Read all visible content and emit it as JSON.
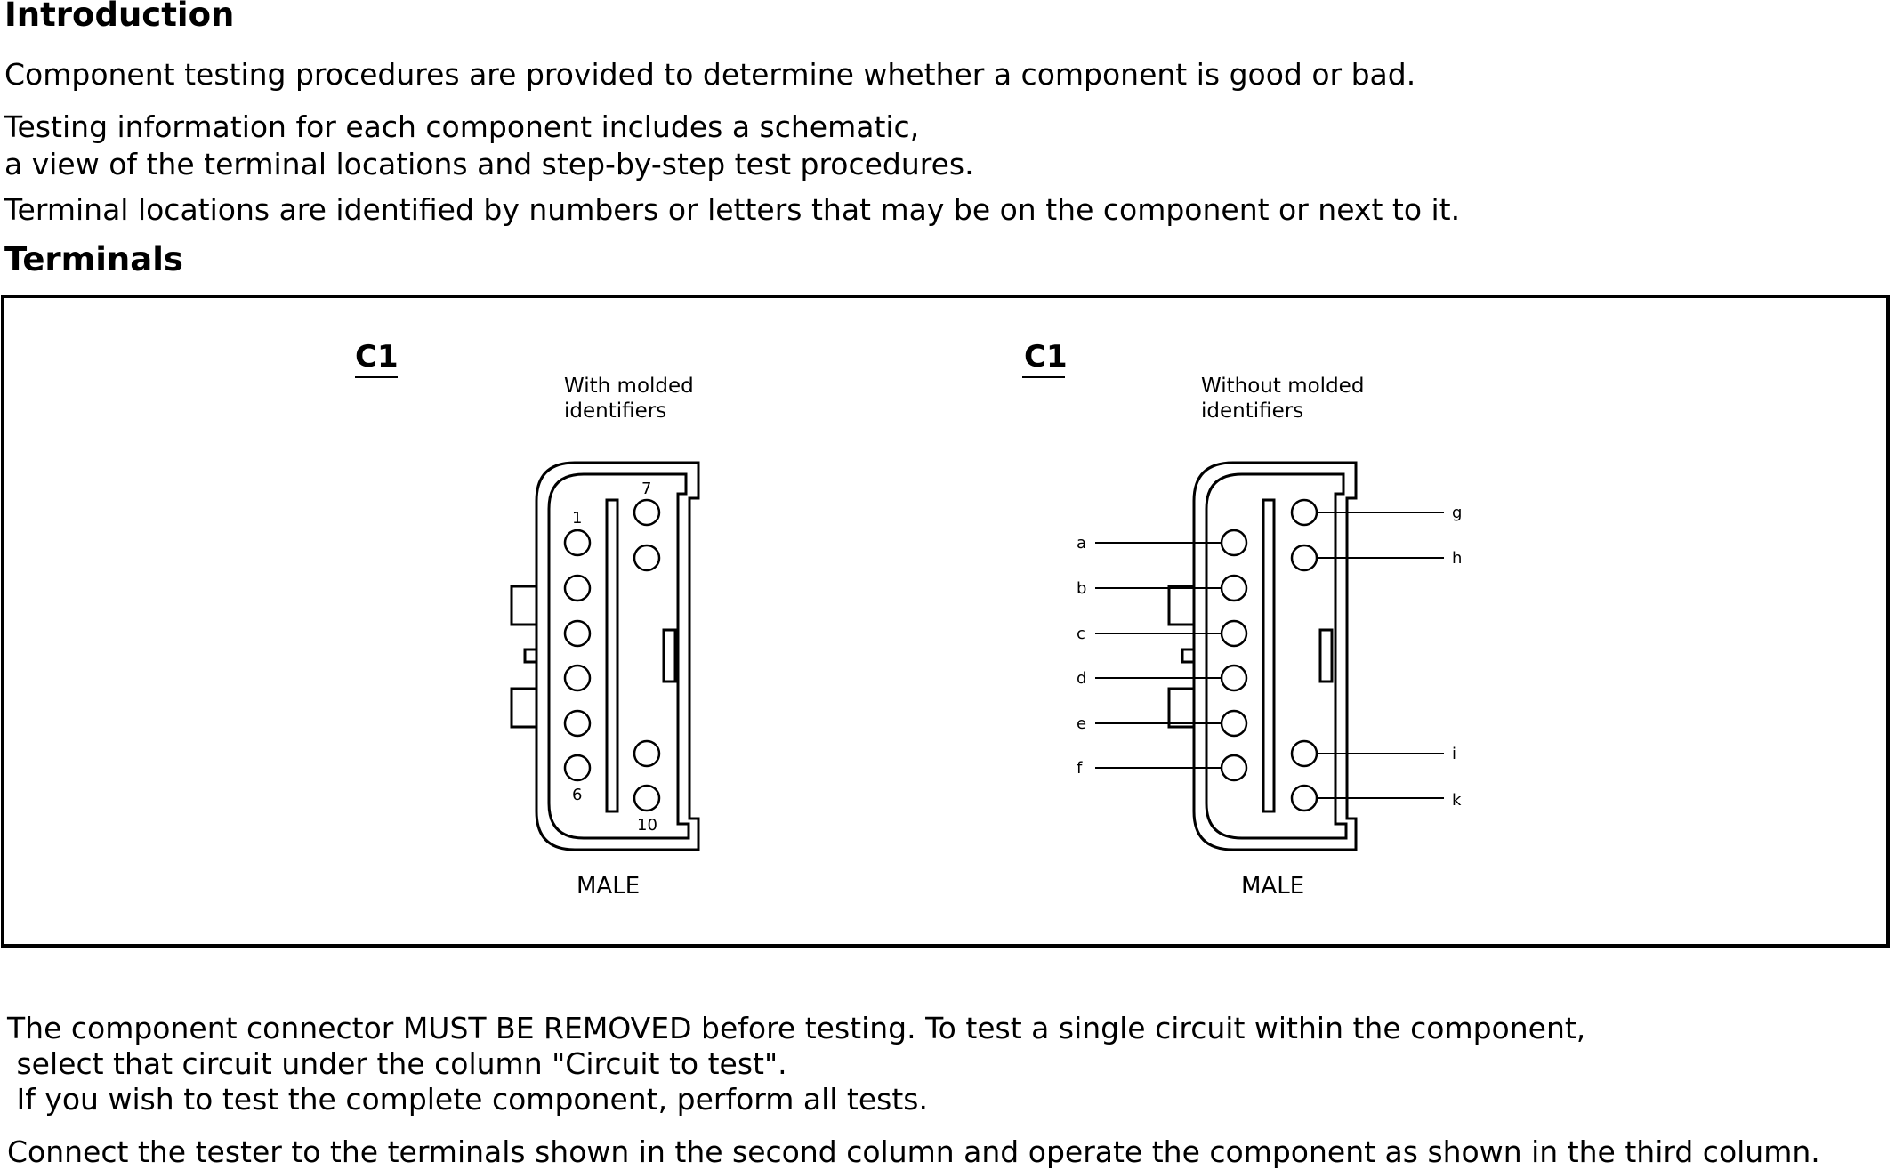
{
  "intro": {
    "heading": "Introduction",
    "para1": "Component testing procedures are provided to determine whether a component is good or bad.",
    "para2_line1": "Testing information for each component includes a schematic,",
    "para2_line2": "a view of the terminal locations and step-by-step test procedures.",
    "para3": "Terminal locations are identified by numbers or letters that may be on the component or next to it."
  },
  "terminals": {
    "heading": "Terminals",
    "left_connector": {
      "id": "C1",
      "caption_line1": "With molded",
      "caption_line2": "identifiers",
      "label_1": "1",
      "label_6": "6",
      "label_7": "7",
      "label_10": "10",
      "gender": "MALE"
    },
    "right_connector": {
      "id": "C1",
      "caption_line1": "Without molded",
      "caption_line2": "identifiers",
      "pins_left": [
        "a",
        "b",
        "c",
        "d",
        "e",
        "f"
      ],
      "pins_right": [
        "g",
        "h",
        "i",
        "k"
      ],
      "gender": "MALE"
    }
  },
  "instructions": {
    "para1_line1": "The component connector MUST BE REMOVED before testing. To test a single circuit within the component,",
    "para1_line2": " select that circuit under the column \"Circuit to test\".",
    "para1_line3": " If you wish to test the complete component, perform all tests.",
    "para2": "Connect the tester to the terminals shown in the second column and operate the component as shown in the third column."
  }
}
